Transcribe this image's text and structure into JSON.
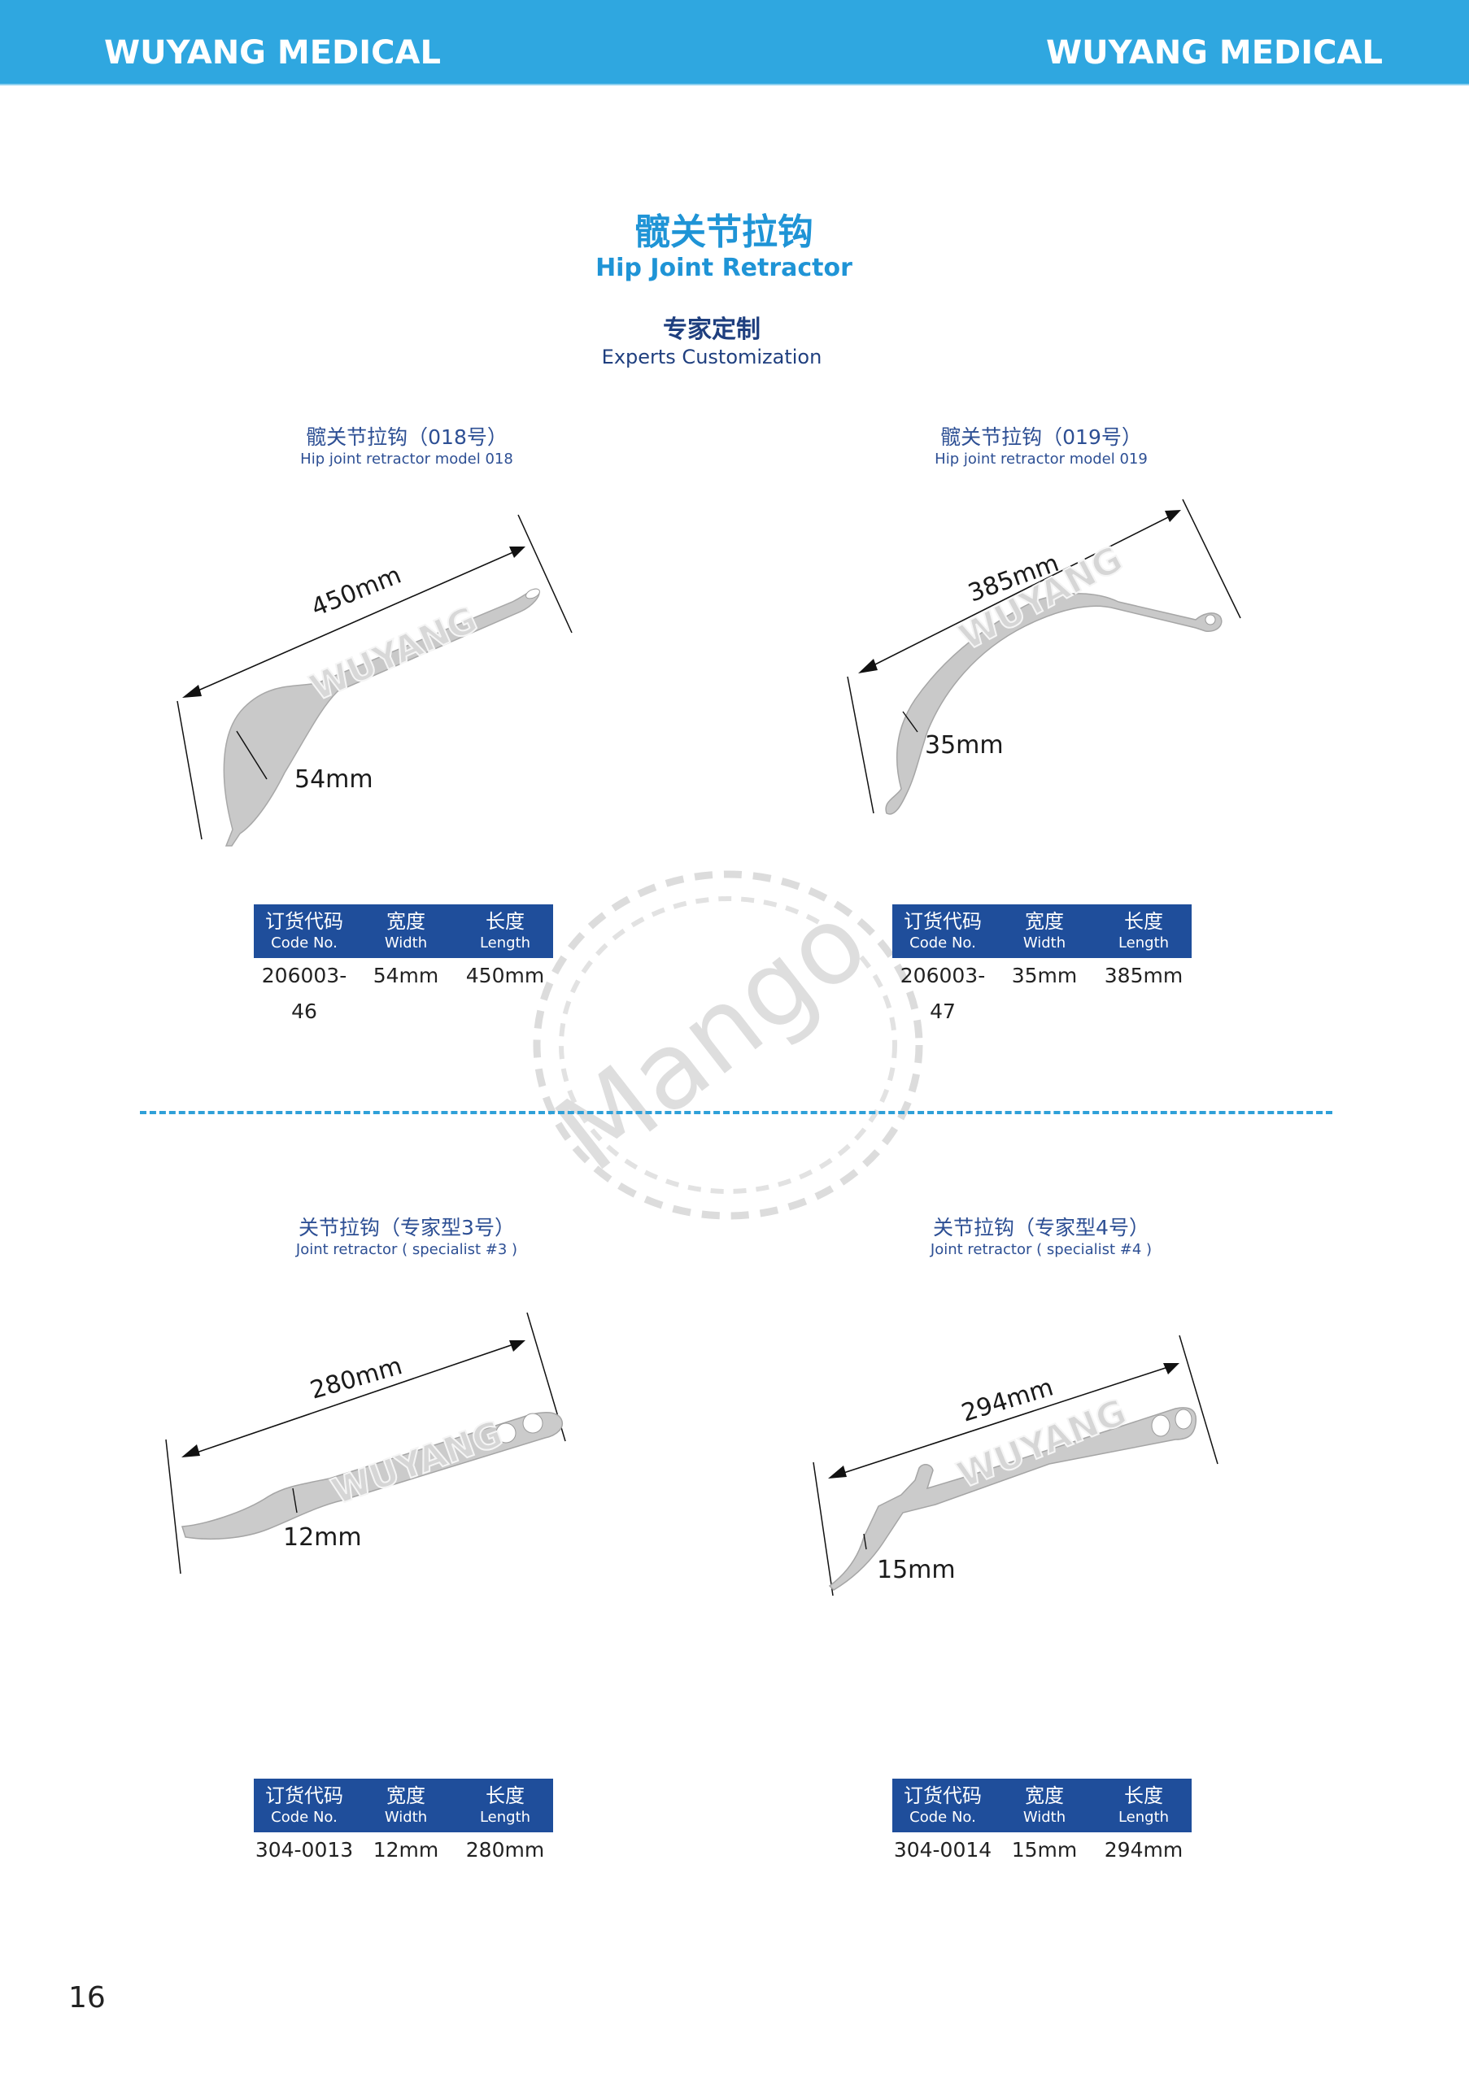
{
  "header": {
    "brand_left": "WUYANG MEDICAL",
    "brand_right": "WUYANG MEDICAL",
    "color": "#2fa7e0"
  },
  "page": {
    "title_cn": "髋关节拉钩",
    "title_en": "Hip Joint Retractor",
    "subtitle_cn": "专家定制",
    "subtitle_en": "Experts Customization",
    "page_number": "16",
    "watermark_text": "Mango",
    "image_watermark": "WUYANG"
  },
  "table_header": {
    "code_cn": "订货代码",
    "code_en": "Code No.",
    "width_cn": "宽度",
    "width_en": "Width",
    "length_cn": "长度",
    "length_en": "Length",
    "color": "#1f4e9b"
  },
  "products": [
    {
      "name_cn": "髋关节拉钩（018号）",
      "name_en": "Hip joint retractor model 018",
      "dim_length": "450mm",
      "dim_width": "54mm",
      "code": "206003-46",
      "width": "54mm",
      "length": "450mm"
    },
    {
      "name_cn": "髋关节拉钩（019号）",
      "name_en": "Hip joint retractor model 019",
      "dim_length": "385mm",
      "dim_width": "35mm",
      "code": "206003-47",
      "width": "35mm",
      "length": "385mm"
    },
    {
      "name_cn": "关节拉钩（专家型3号）",
      "name_en": "Joint retractor ( specialist #3 )",
      "dim_length": "280mm",
      "dim_width": "12mm",
      "code": "304-0013",
      "width": "12mm",
      "length": "280mm"
    },
    {
      "name_cn": "关节拉钩（专家型4号）",
      "name_en": "Joint retractor ( specialist #4 )",
      "dim_length": "294mm",
      "dim_width": "15mm",
      "code": "304-0014",
      "width": "15mm",
      "length": "294mm"
    }
  ]
}
